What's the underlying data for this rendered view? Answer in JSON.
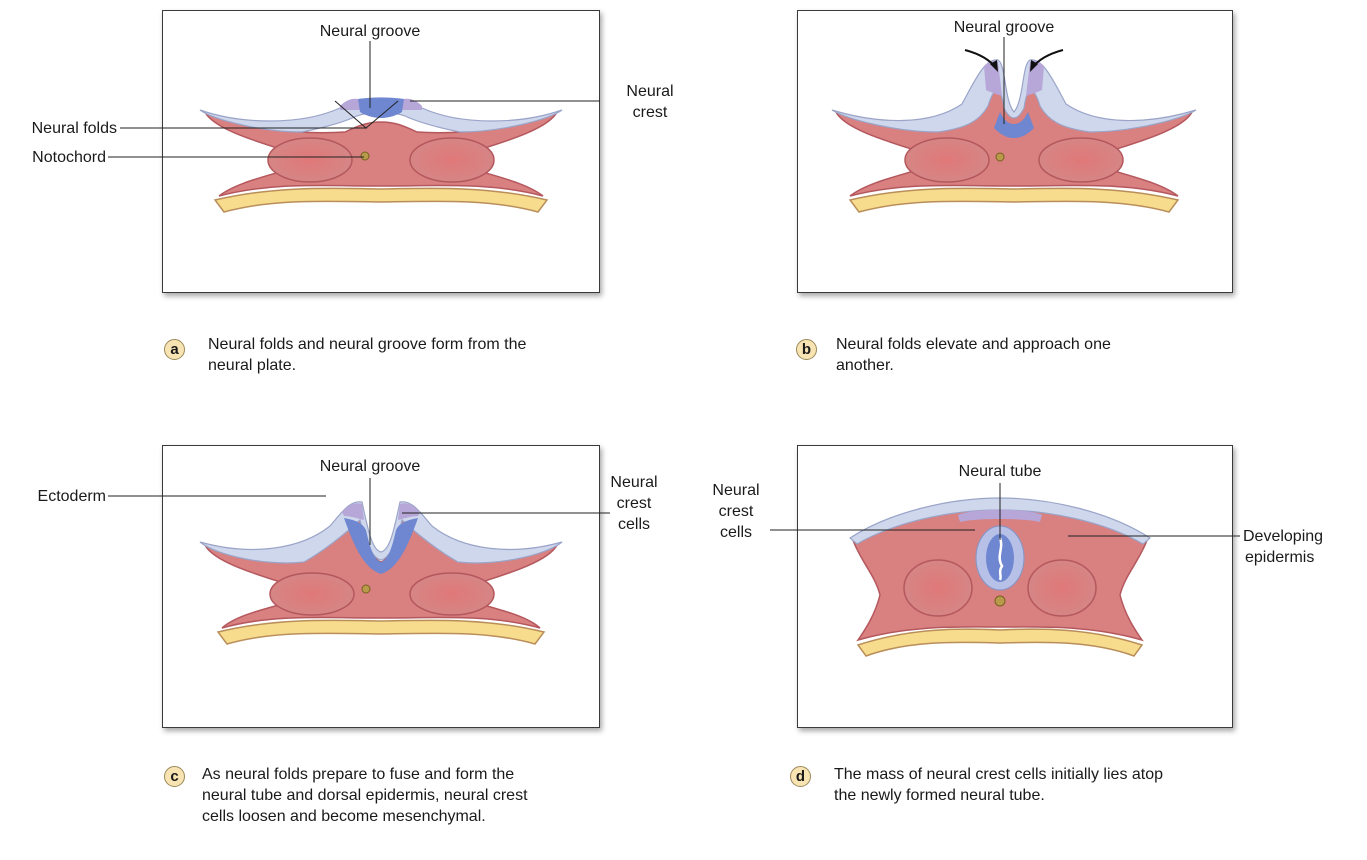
{
  "panels": [
    {
      "letter": "a",
      "caption": "Neural folds and neural groove form from the neural plate.",
      "labels": {
        "groove": "Neural groove",
        "folds": "Neural folds",
        "notochord": "Notochord",
        "crest_line1": "Neural",
        "crest_line2": "crest"
      }
    },
    {
      "letter": "b",
      "caption": "Neural folds elevate and approach one another.",
      "labels": {
        "groove": "Neural groove"
      }
    },
    {
      "letter": "c",
      "caption": "As neural folds prepare to fuse and form the neural tube and dorsal epidermis, neural crest cells loosen and become mesenchymal.",
      "labels": {
        "groove": "Neural groove",
        "ectoderm": "Ectoderm",
        "crest_line1": "Neural",
        "crest_line2": "crest",
        "crest_line3": "cells"
      }
    },
    {
      "letter": "d",
      "caption": "The mass of neural crest cells initially lies atop the newly formed neural tube.",
      "labels": {
        "tube": "Neural tube",
        "crest_line1": "Neural",
        "crest_line2": "crest",
        "crest_line3": "cells",
        "epi_line1": "Developing",
        "epi_line2": "epidermis"
      }
    }
  ],
  "colors": {
    "mesoderm": "#d98080",
    "ectoderm": "#cfd7ec",
    "neural_plate": "#6f86d0",
    "crest": "#b7a6d8",
    "endoderm": "#f6dc8c",
    "notochord": "#b79a4a"
  }
}
